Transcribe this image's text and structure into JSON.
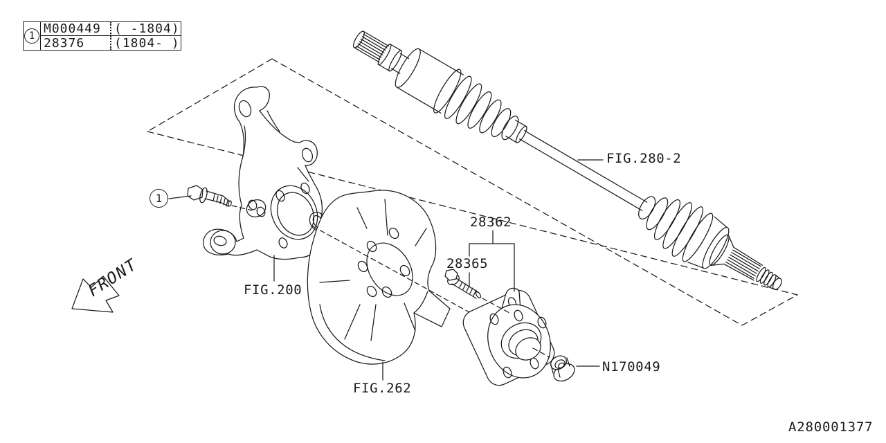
{
  "colors": {
    "ink": "#1a1a1a",
    "background": "#ffffff"
  },
  "ref_table": {
    "callout": "1",
    "rows": [
      {
        "part_number": "M000449",
        "applicability": "( -1804)"
      },
      {
        "part_number": "28376",
        "applicability": "(1804- )"
      }
    ]
  },
  "callouts": {
    "bolt": "1"
  },
  "labels": {
    "knuckle_fig": "FIG.200",
    "dust_shield_fig": "FIG.262",
    "axle_fig": "FIG.280-2",
    "hub_assembly": "28362",
    "hub_bolt": "28365",
    "axle_nut": "N170049"
  },
  "orientation": {
    "front": "FRONT"
  },
  "footer": {
    "diagram_id": "A280001377"
  }
}
